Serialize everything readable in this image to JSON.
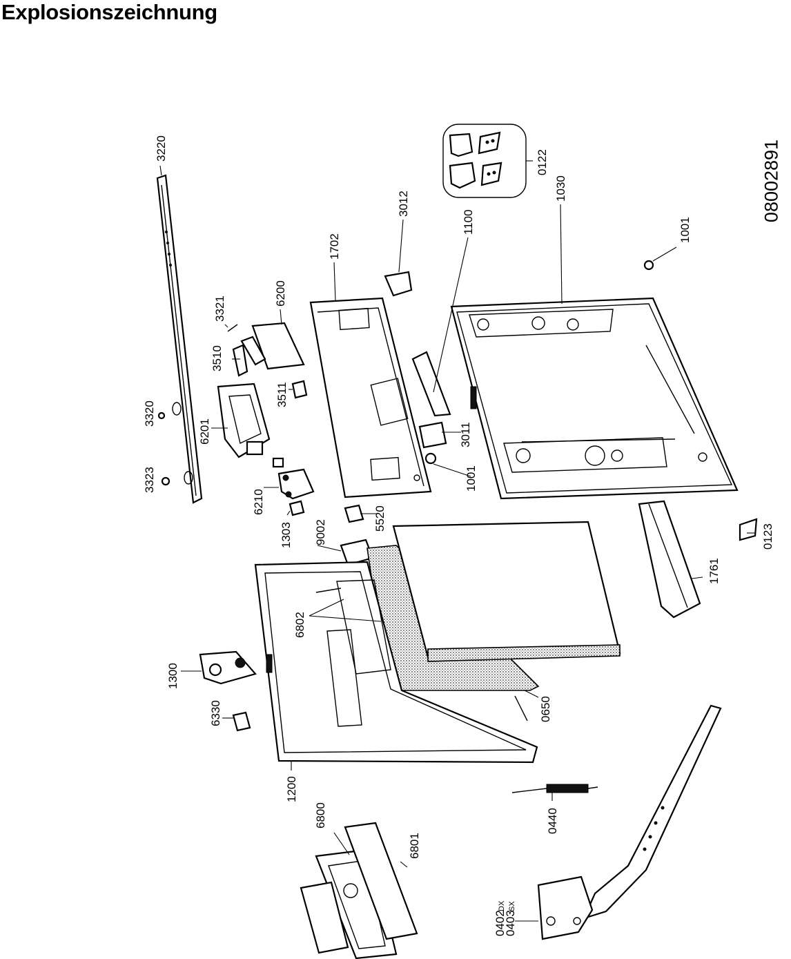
{
  "title": "Explosionszeichnung",
  "document_number": "08002891",
  "parts": [
    {
      "id": "3220",
      "label": "3220"
    },
    {
      "id": "3321",
      "label": "3321"
    },
    {
      "id": "6200",
      "label": "6200"
    },
    {
      "id": "1702",
      "label": "1702"
    },
    {
      "id": "3012",
      "label": "3012"
    },
    {
      "id": "1100",
      "label": "1100"
    },
    {
      "id": "1030",
      "label": "1030"
    },
    {
      "id": "1001a",
      "label": "1001"
    },
    {
      "id": "0122",
      "label": "0122"
    },
    {
      "id": "3510",
      "label": "3510"
    },
    {
      "id": "3511",
      "label": "3511"
    },
    {
      "id": "3320",
      "label": "3320"
    },
    {
      "id": "6201",
      "label": "6201"
    },
    {
      "id": "3011",
      "label": "3011"
    },
    {
      "id": "1001b",
      "label": "1001"
    },
    {
      "id": "3323",
      "label": "3323"
    },
    {
      "id": "6210",
      "label": "6210"
    },
    {
      "id": "5520",
      "label": "5520"
    },
    {
      "id": "1303",
      "label": "1303"
    },
    {
      "id": "9002",
      "label": "9002"
    },
    {
      "id": "0123",
      "label": "0123"
    },
    {
      "id": "1761",
      "label": "1761"
    },
    {
      "id": "6802",
      "label": "6802"
    },
    {
      "id": "1300",
      "label": "1300"
    },
    {
      "id": "6330",
      "label": "6330"
    },
    {
      "id": "0650",
      "label": "0650"
    },
    {
      "id": "1200",
      "label": "1200"
    },
    {
      "id": "6800",
      "label": "6800"
    },
    {
      "id": "6801",
      "label": "6801"
    },
    {
      "id": "0440",
      "label": "0440"
    },
    {
      "id": "0402",
      "label": "0402",
      "suffix": "DX"
    },
    {
      "id": "0403",
      "label": "0403",
      "suffix": "SX"
    }
  ]
}
